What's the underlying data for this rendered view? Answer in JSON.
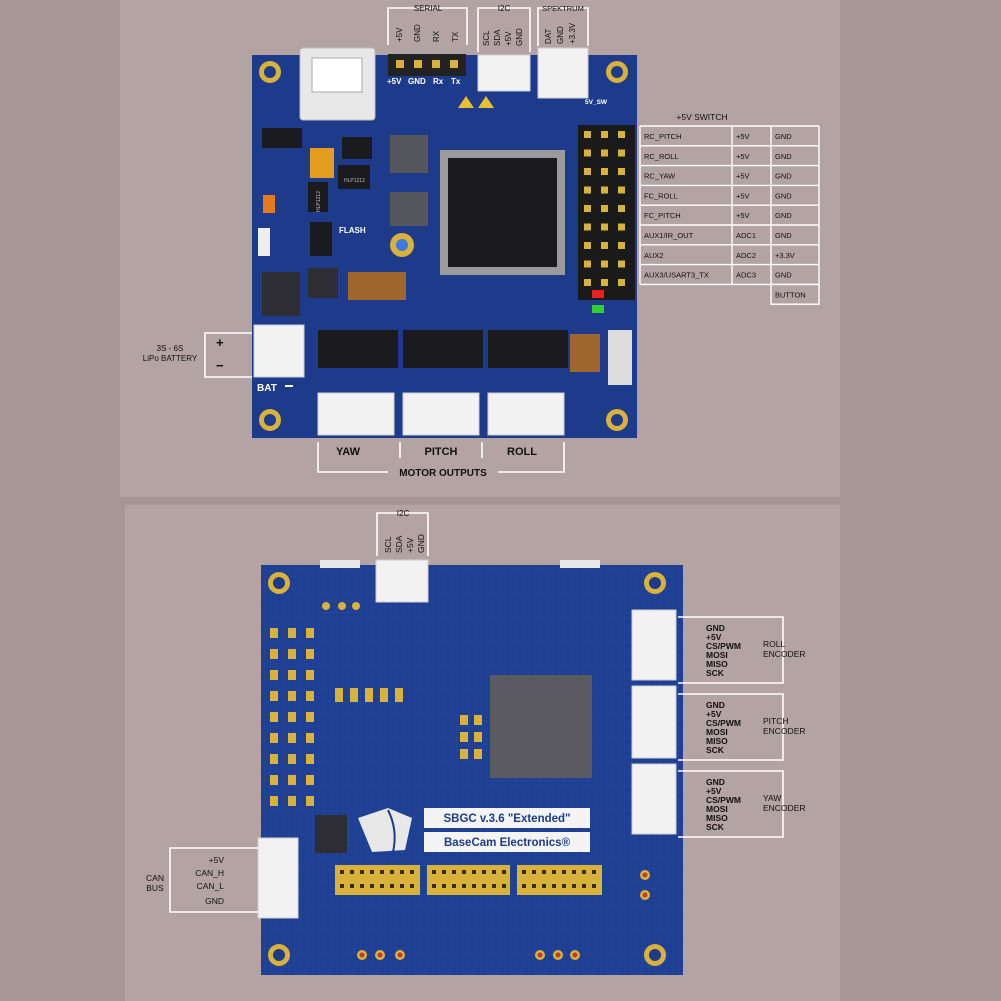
{
  "colors": {
    "background": "#a89595",
    "panel": "#b6a6a6",
    "pcb": "#1d3b8a",
    "gold": "#d8b23a",
    "chip": "#1b1b1f",
    "line": "#ffffff"
  },
  "top_board": {
    "serial": {
      "title": "SERIAL",
      "pins": [
        "+5V",
        "GND",
        "RX",
        "TX"
      ],
      "silk": [
        "+5V",
        "GND",
        "Rx",
        "Tx"
      ]
    },
    "i2c": {
      "title": "I2C",
      "pins": [
        "SCL",
        "SDA",
        "+5V",
        "GND"
      ]
    },
    "spektrum": {
      "title": "SPEKTRUM",
      "pins": [
        "DAT",
        "GND",
        "+3.3V"
      ]
    },
    "silk_5v_sw": "5V_SW",
    "flash": "FLASH",
    "chip_marks": [
      "HLP1212",
      "HLP1212"
    ],
    "plus5v_switch": {
      "title": "+5V SWITCH",
      "rows": [
        [
          "RC_PITCH",
          "+5V",
          "GND"
        ],
        [
          "RC_ROLL",
          "+5V",
          "GND"
        ],
        [
          "RC_YAW",
          "+5V",
          "GND"
        ],
        [
          "FC_ROLL",
          "+5V",
          "GND"
        ],
        [
          "FC_PITCH",
          "+5V",
          "GND"
        ],
        [
          "AUX1/IR_OUT",
          "ADC1",
          "GND"
        ],
        [
          "AUX2",
          "ADC2",
          "+3.3V"
        ],
        [
          "AUX3/USART3_TX",
          "ADC3",
          "GND"
        ]
      ],
      "last": "BUTTON"
    },
    "battery": {
      "line1": "3S - 6S",
      "line2": "LiPo BATTERY",
      "plus": "+",
      "minus": "−",
      "bat": "BAT"
    },
    "motors": {
      "labels": [
        "YAW",
        "PITCH",
        "ROLL"
      ],
      "title": "MOTOR OUTPUTS"
    }
  },
  "bottom_board": {
    "i2c": {
      "title": "I2C",
      "pins": [
        "SCL",
        "SDA",
        "+5V",
        "GND"
      ]
    },
    "encoder_pins": [
      "GND",
      "+5V",
      "CS/PWM",
      "MOSI",
      "MISO",
      "SCK"
    ],
    "encoders": [
      {
        "name1": "ROLL",
        "name2": "ENCODER"
      },
      {
        "name1": "PITCH",
        "name2": "ENCODER"
      },
      {
        "name1": "YAW",
        "name2": "ENCODER"
      }
    ],
    "can": {
      "title1": "CAN",
      "title2": "BUS",
      "pins": [
        "+5V",
        "CAN_H",
        "CAN_L",
        "GND"
      ]
    },
    "title": "SBGC v.3.6 \"Extended\"",
    "maker": "BaseCam Electronics®"
  }
}
